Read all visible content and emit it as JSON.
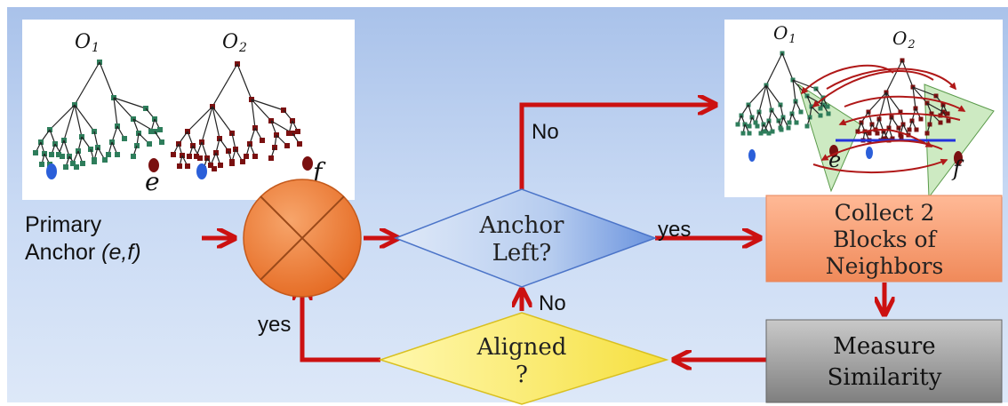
{
  "inputs": {
    "primary_anchor_line1": "Primary",
    "primary_anchor_line2": "Anchor",
    "primary_anchor_pair": "(e,f)"
  },
  "decisions": {
    "anchor_left_line1": "Anchor",
    "anchor_left_line2": "Left?",
    "aligned_line1": "Aligned",
    "aligned_line2": "?"
  },
  "processes": {
    "collect_line1": "Collect 2",
    "collect_line2": "Blocks of",
    "collect_line3": "Neighbors",
    "measure_line1": "Measure",
    "measure_line2": "Similarity"
  },
  "edge_labels": {
    "no_top": "No",
    "yes_right": "yes",
    "no_bottom": "No",
    "yes_left": "yes"
  },
  "trees_left": {
    "o1_label": "O",
    "o1_sub": "1",
    "o2_label": "O",
    "o2_sub": "2",
    "e_label": "e",
    "f_label": "f"
  },
  "trees_right": {
    "o1_label": "O",
    "o1_sub": "1",
    "o2_label": "O",
    "o2_sub": "2",
    "e_label": "e",
    "f_label": "f"
  },
  "colors": {
    "arrow": "#cc1111",
    "o1_nodes": "#2e7d5b",
    "o2_nodes": "#7a1010",
    "anchor_node": "#2b5fd9",
    "junction": "#ee7a33",
    "collect_fill": "#ffab80",
    "measure_fill": "#a9a9a9",
    "aligned_fill": "#fff07a",
    "background": "#c4d6f2"
  }
}
